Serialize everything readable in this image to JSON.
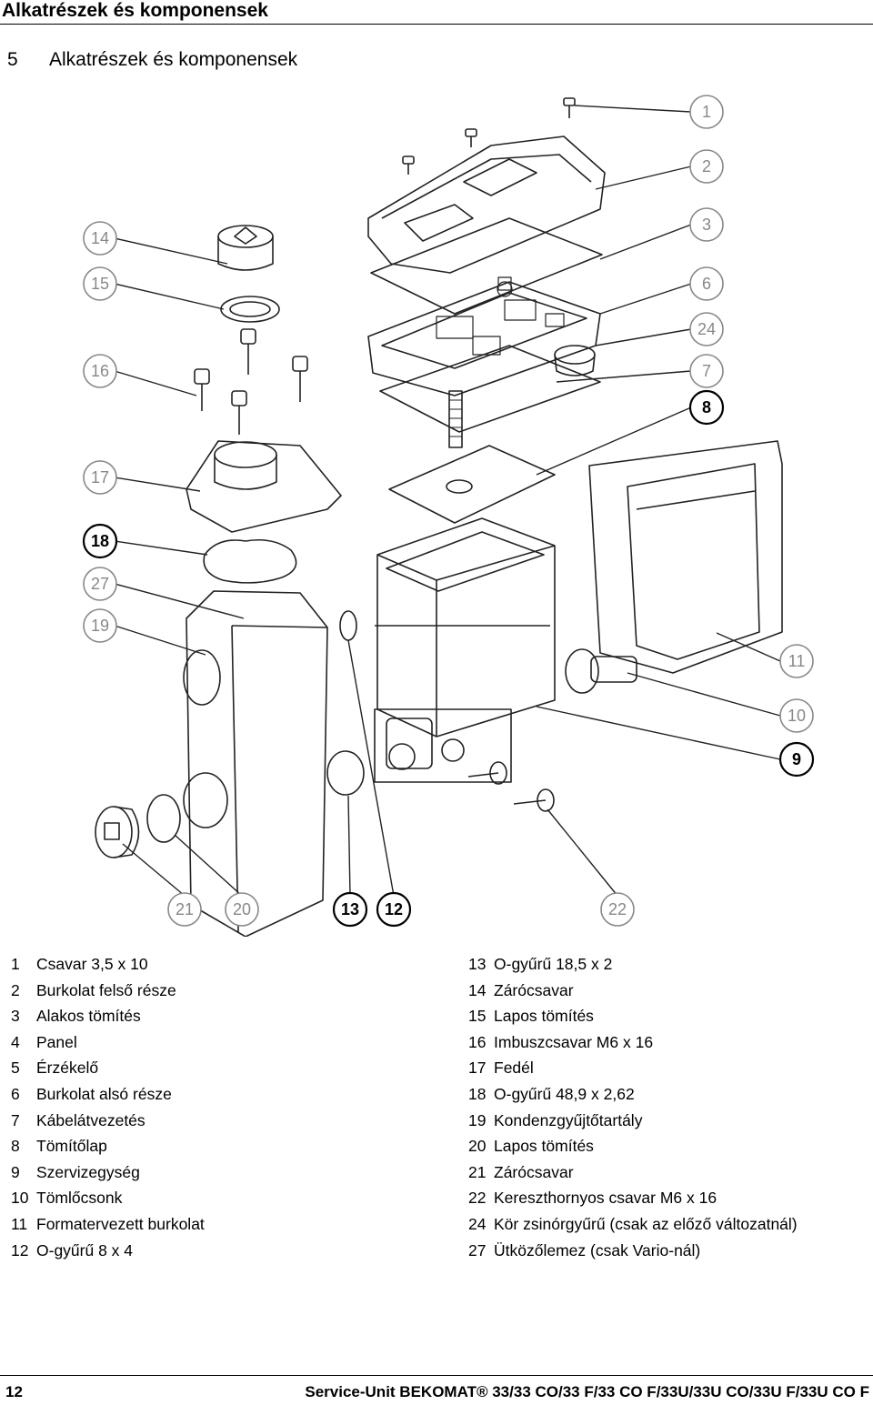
{
  "header": {
    "title": "Alkatrészek és komponensek"
  },
  "section": {
    "number": "5",
    "title": "Alkatrészek és komponensek"
  },
  "callouts": [
    {
      "id": "1",
      "bold": false
    },
    {
      "id": "2",
      "bold": false
    },
    {
      "id": "3",
      "bold": false
    },
    {
      "id": "6",
      "bold": false
    },
    {
      "id": "24",
      "bold": false
    },
    {
      "id": "7",
      "bold": false
    },
    {
      "id": "8",
      "bold": true
    },
    {
      "id": "14",
      "bold": false
    },
    {
      "id": "15",
      "bold": false
    },
    {
      "id": "16",
      "bold": false
    },
    {
      "id": "17",
      "bold": false
    },
    {
      "id": "18",
      "bold": true
    },
    {
      "id": "27",
      "bold": false
    },
    {
      "id": "19",
      "bold": false
    },
    {
      "id": "11",
      "bold": false
    },
    {
      "id": "10",
      "bold": false
    },
    {
      "id": "9",
      "bold": true
    },
    {
      "id": "21",
      "bold": false
    },
    {
      "id": "20",
      "bold": false
    },
    {
      "id": "13",
      "bold": true
    },
    {
      "id": "12",
      "bold": true
    },
    {
      "id": "22",
      "bold": false
    }
  ],
  "parts_left": [
    {
      "n": "1",
      "name": "Csavar 3,5 x 10"
    },
    {
      "n": "2",
      "name": "Burkolat felső része"
    },
    {
      "n": "3",
      "name": "Alakos tömítés"
    },
    {
      "n": "4",
      "name": "Panel"
    },
    {
      "n": "5",
      "name": "Érzékelő"
    },
    {
      "n": "6",
      "name": "Burkolat alsó része"
    },
    {
      "n": "7",
      "name": "Kábelátvezetés"
    },
    {
      "n": "8",
      "name": "Tömítőlap"
    },
    {
      "n": "9",
      "name": "Szervizegység"
    },
    {
      "n": "10",
      "name": "Tömlőcsonk"
    },
    {
      "n": "11",
      "name": "Formatervezett burkolat"
    },
    {
      "n": "12",
      "name": "O-gyűrű 8 x 4"
    }
  ],
  "parts_right": [
    {
      "n": "13",
      "name": "O-gyűrű 18,5 x 2"
    },
    {
      "n": "14",
      "name": "Zárócsavar"
    },
    {
      "n": "15",
      "name": "Lapos tömítés"
    },
    {
      "n": "16",
      "name": "Imbuszcsavar M6 x 16"
    },
    {
      "n": "17",
      "name": "Fedél"
    },
    {
      "n": "18",
      "name": "O-gyűrű 48,9 x 2,62"
    },
    {
      "n": "19",
      "name": "Kondenzgyűjtőtartály"
    },
    {
      "n": "20",
      "name": "Lapos tömítés"
    },
    {
      "n": "21",
      "name": "Zárócsavar"
    },
    {
      "n": "22",
      "name": "Kereszthornyos csavar M6 x 16"
    },
    {
      "n": "24",
      "name": "Kör zsinórgyűrű (csak az előző változatnál)"
    },
    {
      "n": "27",
      "name": "Ütközőlemez (csak Vario-nál)"
    }
  ],
  "footer": {
    "page": "12",
    "title": "Service-Unit BEKOMAT® 33/33 CO/33 F/33 CO F/33U/33U CO/33U F/33U CO F"
  }
}
